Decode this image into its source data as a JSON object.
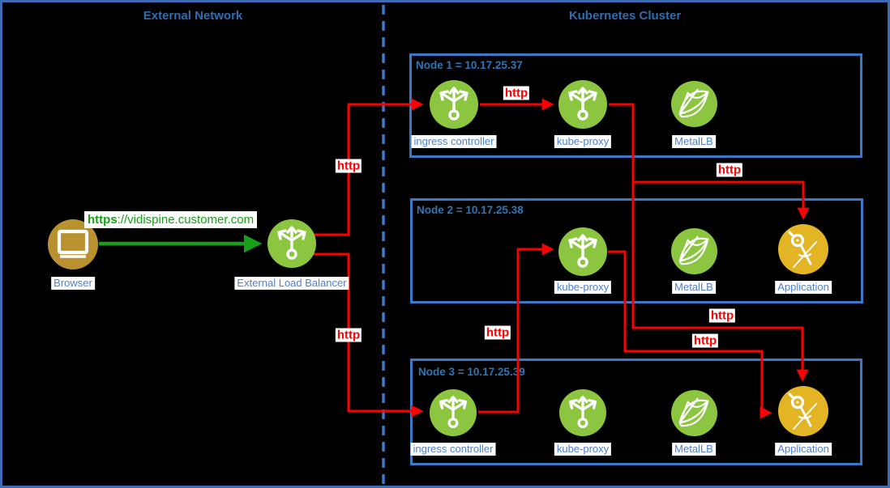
{
  "sections": {
    "external_network": "External Network",
    "kubernetes_cluster": "Kubernetes Cluster"
  },
  "external": {
    "browser_label": "Browser",
    "load_balancer_label": "External Load Balancer",
    "request_scheme": "https",
    "request_url_rest": "://vidispine.customer.com"
  },
  "nodes": [
    {
      "title": "Node 1 = 10.17.25.37",
      "components": [
        "ingress controller",
        "kube-proxy",
        "MetalLB"
      ]
    },
    {
      "title": "Node 2 = 10.17.25.38",
      "components": [
        "kube-proxy",
        "MetalLB",
        "Application"
      ]
    },
    {
      "title": "Node 3 = 10.17.25.39",
      "components": [
        "ingress controller",
        "kube-proxy",
        "MetalLB",
        "Application"
      ]
    }
  ],
  "edges": {
    "http_label": "http"
  },
  "icons": {
    "browser": "monitor-icon",
    "load_balancer": "branch-arrows-icon",
    "ingress_controller": "branch-arrows-icon",
    "kube_proxy": "branch-arrows-icon",
    "metallb": "mesh-net-icon",
    "application": "drafting-compass-icon"
  },
  "colors": {
    "background": "#000000",
    "frame_border": "#3d6cb4",
    "node_border": "#3c78c8",
    "divider_dashed": "#3c78c8",
    "section_title": "#2e6db4",
    "node_title": "#2e75b6",
    "component_label_text": "#4e7fd0",
    "component_label_bg": "#ffffff",
    "green_circle": "#8cc540",
    "gold_circle": "#b9922f",
    "yellow_circle": "#e3b424",
    "red_arrow": "#ff0000",
    "green_arrow": "#17a017"
  }
}
